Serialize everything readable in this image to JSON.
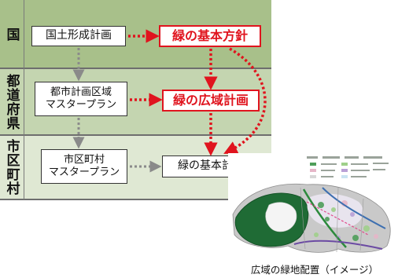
{
  "levels": {
    "national": "国",
    "prefecture": "都道府県",
    "municipality": "市区町村"
  },
  "boxes": {
    "national_plan": "国土形成計画",
    "green_basic_policy": "緑の基本方針",
    "city_area_master_plan": "都市計画区域\nマスタープラン",
    "green_wide_area_plan": "緑の広域計画",
    "municipal_master_plan": "市区町村\nマスタープラン",
    "green_basic_plan": "緑の基本計画"
  },
  "map": {
    "caption": "広域の緑地配置（イメージ）"
  },
  "colors": {
    "band_national": "#a8c08a",
    "band_prefecture": "#c4d5b0",
    "band_municipality": "#dfe8d3",
    "highlight_red": "#e0141e",
    "connector_gray": "#8a8a8a",
    "forest_green": "#1f6b35"
  }
}
